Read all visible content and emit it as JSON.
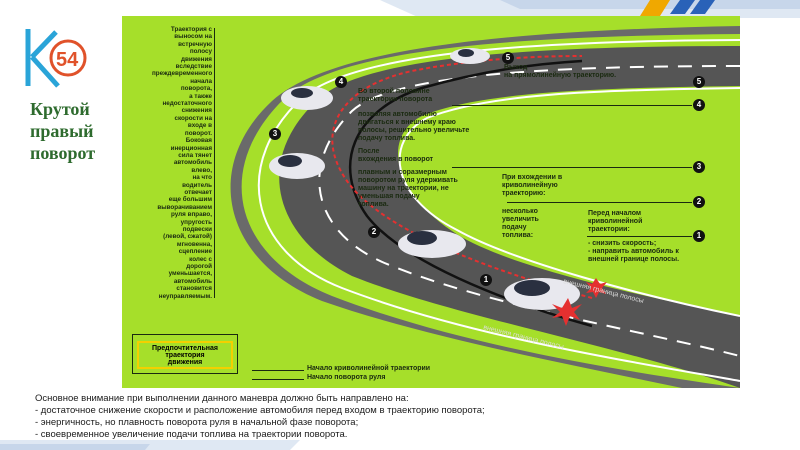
{
  "slide": {
    "logo_text": "54",
    "title_lines": [
      "Крутой",
      "правый",
      "поворот"
    ]
  },
  "figure": {
    "left_note": [
      "Траектория с",
      "выносом на",
      "встречную",
      "полосу",
      "движения",
      "вследствие",
      "преждевременного",
      "начала",
      "поворота,",
      "а также",
      "недостаточного",
      "снижения",
      "скорости на",
      "входе в",
      "поворот.",
      "Боковая",
      "инерционная",
      "сила тянет",
      "автомобиль",
      "влево,",
      "на что",
      "водитель",
      "отвечает",
      "еще большим",
      "выворачиванием",
      "руля вправо,",
      "упругость подвески",
      "(левой, сжатой)",
      "мгновенна,",
      "сцепление",
      "колес с",
      "дорогой",
      "уменьшается,",
      "автомобиль",
      "становится",
      "неуправляемым."
    ],
    "preferred_box": [
      "Предпочтительная",
      "траектория",
      "движения"
    ],
    "curve_start": "Начало криволинейной траектории",
    "turn_start": "Начало поворота руля",
    "exit_label": [
      "Выход",
      "на прямолинейную траекторию."
    ],
    "second_half": [
      "Во второй половине",
      "траектории поворота"
    ],
    "allow_car": [
      "позволяя автомобилю",
      "двигаться к внешнему краю",
      "полосы, решительно увеличьте",
      "подачу топлива."
    ],
    "after_entry": [
      "После",
      "вхождения в поворот"
    ],
    "smooth_turn": [
      "плавным и соразмерным",
      "поворотом руля удерживать",
      "машину на траектории, не",
      "уменьшая подачу",
      "топлива."
    ],
    "on_entry": [
      "При вхождении в",
      "криволинейную",
      "траекторию:"
    ],
    "slightly_increase": [
      "несколько",
      "увеличить",
      "подачу",
      "топлива:"
    ],
    "before_start": [
      "Перед началом",
      "криволинейной",
      "траектории:"
    ],
    "reduce_speed": [
      "- снизить скорость;",
      "- направить автомобиль к",
      "внешней границе полосы."
    ],
    "outer_lane_top": "внешняя граница полосы",
    "outer_lane_bottom": "внешняя граница полосы",
    "numbers": [
      "1",
      "2",
      "3",
      "4",
      "5"
    ],
    "colors": {
      "grass": "#a6df2a",
      "road": "#5a5a5a",
      "trajectory": "#e53030",
      "accent": "#f4d000"
    }
  },
  "caption": {
    "lines": [
      "Основное внимание при выполнении данного маневра должно быть направлено на:",
      "- достаточное снижение скорости и расположение автомобиля перед входом в траекторию поворота;",
      "- энергичность, но плавность поворота руля в начальной фазе поворота;",
      "- своевременное увеличение подачи топлива на траектории поворота."
    ]
  }
}
